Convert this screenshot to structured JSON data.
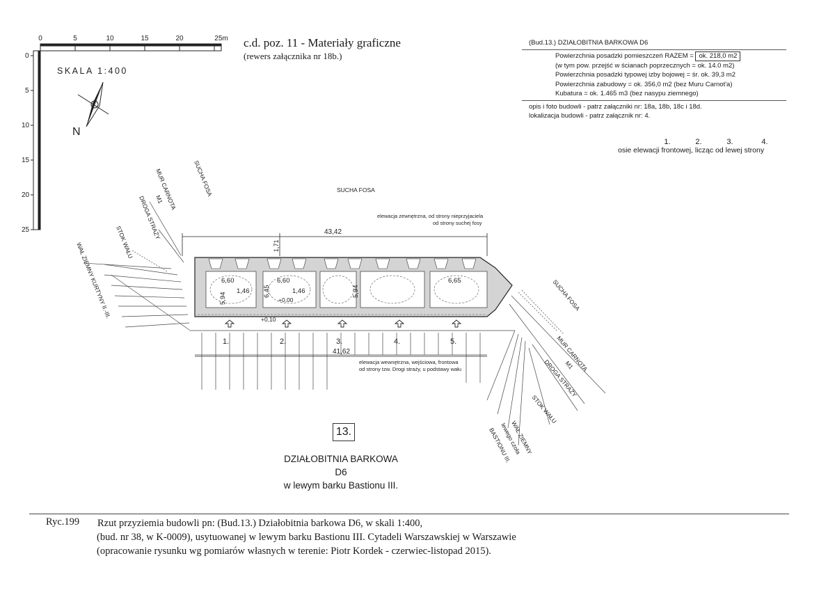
{
  "header": {
    "title": "c.d. poz. 11 - Materiały graficzne",
    "subtitle": "(rewers załącznika nr 18b.)"
  },
  "info_box": {
    "title": "(Bud.13.)  DZIAŁOBITNIA BARKOWA  D6",
    "floor_area_label": "Powierzchnia posadzki pomieszczeń RAZEM =",
    "floor_area_value": "ok. 218,0 m2",
    "passages": "(w tym pow. przejść w ścianach poprzecznych = ok. 14.0 m2)",
    "typical_room": "Powierzchnia posadzki typowej izby bojowej  = śr. ok. 39,3 m2",
    "built_area": "Powierzchnia zabudowy = ok. 356,0 m2  (bez Muru Carnot'a)",
    "cubature": "Kubatura = ok. 1.465 m3   (bez nasypu ziemnego)",
    "photos": "opis i foto budowli  - patrz załączniki nr: 18a, 18b, 18c i 18d.",
    "location": "lokalizacja budowli  - patrz załącznik nr: 4."
  },
  "elevation_axes": {
    "numbers": [
      "1.",
      "2.",
      "3.",
      "4."
    ],
    "caption": "osie elewacji frontowej, licząc od lewej strony"
  },
  "scale": {
    "label": "SKALA  1:400",
    "top_ticks": [
      "0",
      "5",
      "10",
      "15",
      "20",
      "25m"
    ],
    "left_ticks": [
      "0",
      "5",
      "10",
      "15",
      "20",
      "25"
    ],
    "north": "N"
  },
  "plan_labels": {
    "sucha_fosa_top": "SUCHA FOSA",
    "sucha_fosa_left": "SUCHA FOSA",
    "sucha_fosa_right": "SUCHA FOSA",
    "mur_carnota_left": "MUR CARNOTA",
    "m1_left": "M1",
    "droga_strazy_left": "DROGA STRAŻY",
    "stok_walu_left": "STOK WAŁU",
    "wal_kurtyny": "WAŁ ZIEMNY KURTYNY II.-III.",
    "mur_carnota_right": "MUR CARNOTA",
    "m1_right": "M1",
    "droga_strazy_right": "DROGA STRAŻY",
    "stok_walu_right": "STOK WAŁU",
    "wal_bastionu_1": "WAŁ ZIEMNY",
    "wal_bastionu_2": "lewego czoła",
    "wal_bastionu_3": "BASTIONU III.",
    "outer_elev_1": "elewacja zewnętrzna, od strony nieprzyjaciela",
    "outer_elev_2": "od strony suchej fosy",
    "inner_elev_1": "elewacja wewnętrzna, wejściowa, frontowa",
    "inner_elev_2": "od strony tzw. Drogi straży, u podstawy wału"
  },
  "dimensions": {
    "overall_top": "43,42",
    "overall_bottom": "41,62",
    "offset": "1,71",
    "room1_width": "6,60",
    "room2_width": "6,60",
    "room5_width": "6,65",
    "wall1": "1,46",
    "wall2": "1,46",
    "depth1": "5,94",
    "depth2": "6,45",
    "depth3": "5,94",
    "level1": "+0,00",
    "level2": "+0,10"
  },
  "axis_numbers": [
    "1.",
    "2.",
    "3.",
    "4.",
    "5."
  ],
  "building": {
    "number": "13.",
    "name": "DZIAŁOBITNIA BARKOWA",
    "code": "D6",
    "location": "w lewym barku Bastionu III."
  },
  "caption": {
    "ref": "Ryc.199",
    "line1": "Rzut przyziemia budowli pn:  (Bud.13.)  Działobitnia barkowa  D6,  w skali 1:400,",
    "line2": "(bud. nr 38, w K-0009),  usytuowanej  w lewym barku Bastionu III.  Cytadeli Warszawskiej  w  Warszawie",
    "line3": "(opracowanie rysunku wg pomiarów własnych w terenie: Piotr Kordek - czerwiec-listopad 2015)."
  }
}
